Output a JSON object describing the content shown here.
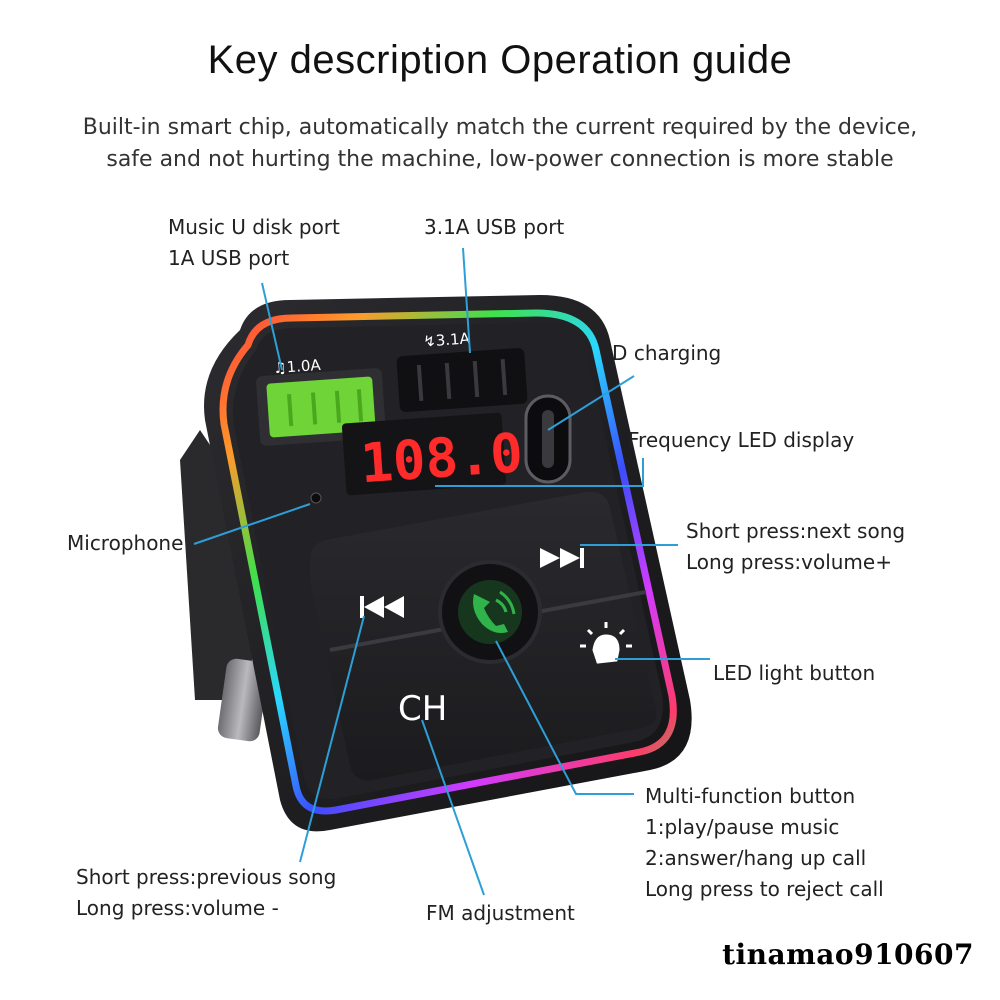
{
  "header": {
    "title": "Key description Operation guide",
    "subtitle_lines": [
      "Built-in smart chip, automatically match the current required by the device,",
      "safe and not hurting the machine, low-power connection is more stable"
    ]
  },
  "device": {
    "port_1a_badge": "♫1.0A",
    "port_31a_badge": "↯3.1A",
    "display_value": "108.0",
    "ch_label": "CH"
  },
  "callouts": {
    "music_port": [
      "Music U disk port",
      "1A USB port"
    ],
    "usb31": "3.1A USB port",
    "pd": "PD charging",
    "freq": "Frequency LED display",
    "mic": "Microphone",
    "next": [
      "Short press:next song",
      "Long press:volume+"
    ],
    "led": "LED light button",
    "multi": [
      "Multi-function button",
      "1:play/pause music",
      "2:answer/hang up call",
      "Long press to reject call"
    ],
    "prev": [
      "Short press:previous song",
      "Long press:volume -"
    ],
    "fm": "FM adjustment"
  },
  "watermark": "tinamao910607",
  "colors": {
    "leader_line": "#2d9fd6",
    "device_body": "#1f1f22",
    "display_red": "#ff2a2a",
    "port_green": "#6fd437",
    "call_green": "#2fb34a"
  }
}
